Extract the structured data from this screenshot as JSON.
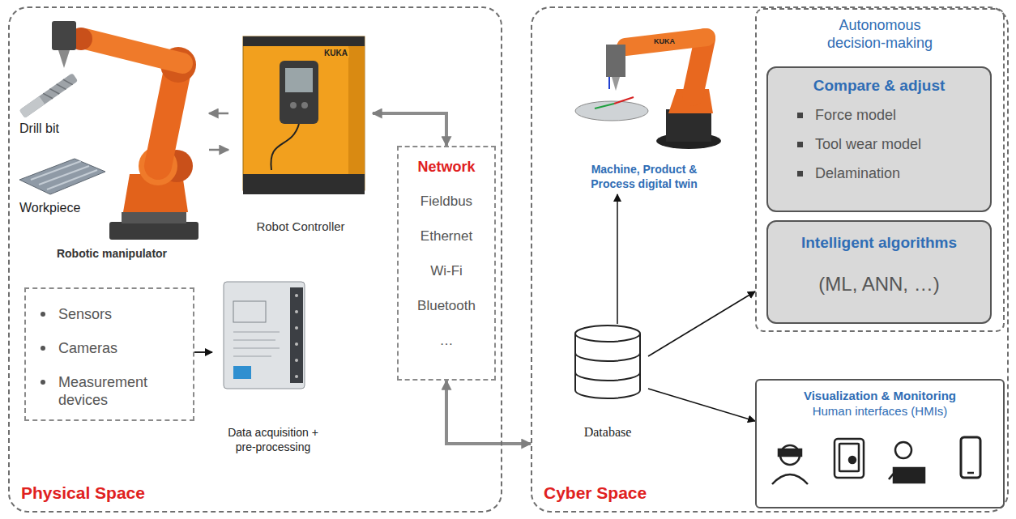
{
  "diagram": {
    "nodes": [
      {
        "text": [
          "Physical Space"
        ]
      },
      {
        "text": [
          "Robotic manipulator"
        ],
        "in": 0
      },
      {
        "text": [
          "Robot Controller"
        ],
        "in": 0
      },
      {
        "text": [
          "Sensors",
          "Cameras",
          "Measurement devices"
        ],
        "in": 0
      },
      {
        "text": [
          "Data acquisition + pre-processing"
        ],
        "in": 0
      },
      {
        "text": [
          "Network",
          "Fieldbus",
          "Ethernet",
          "Wi-Fi",
          "Bluetooth",
          "…"
        ]
      },
      {
        "text": [
          "Cyber Space"
        ]
      },
      {
        "text": [
          "Machine, Product & Process digital twin"
        ],
        "in": 6
      },
      {
        "text": [
          "Database"
        ],
        "in": 6
      },
      {
        "text": [
          "Autonomous decision-making"
        ],
        "in": 6
      },
      {
        "text": [
          "Compare & adjust",
          "Force model",
          "Tool wear model",
          "Delamination"
        ],
        "in": 9
      },
      {
        "text": [
          "Intelligent algorithms",
          "(ML, ANN, …)"
        ],
        "in": 9
      },
      {
        "text": [
          "Visualization & Monitoring",
          "Human interfaces (HMIs)"
        ],
        "in": 6
      }
    ],
    "edges": [
      {
        "from": 2,
        "to": 1,
        "arrow": "to"
      },
      {
        "from": 1,
        "to": 2,
        "arrow": "to"
      },
      {
        "from": 3,
        "to": 4,
        "arrow": "to"
      },
      {
        "from": 2,
        "to": 5,
        "arrow": "both"
      },
      {
        "from": 5,
        "to": 6,
        "arrow": "both"
      },
      {
        "from": 8,
        "to": 7,
        "arrow": "to"
      },
      {
        "from": 8,
        "to": 9,
        "arrow": "to"
      },
      {
        "from": 8,
        "to": 12,
        "arrow": "to"
      }
    ],
    "labels": [
      "Drill bit",
      "Workpiece",
      "KUKA",
      "KUKA"
    ]
  }
}
